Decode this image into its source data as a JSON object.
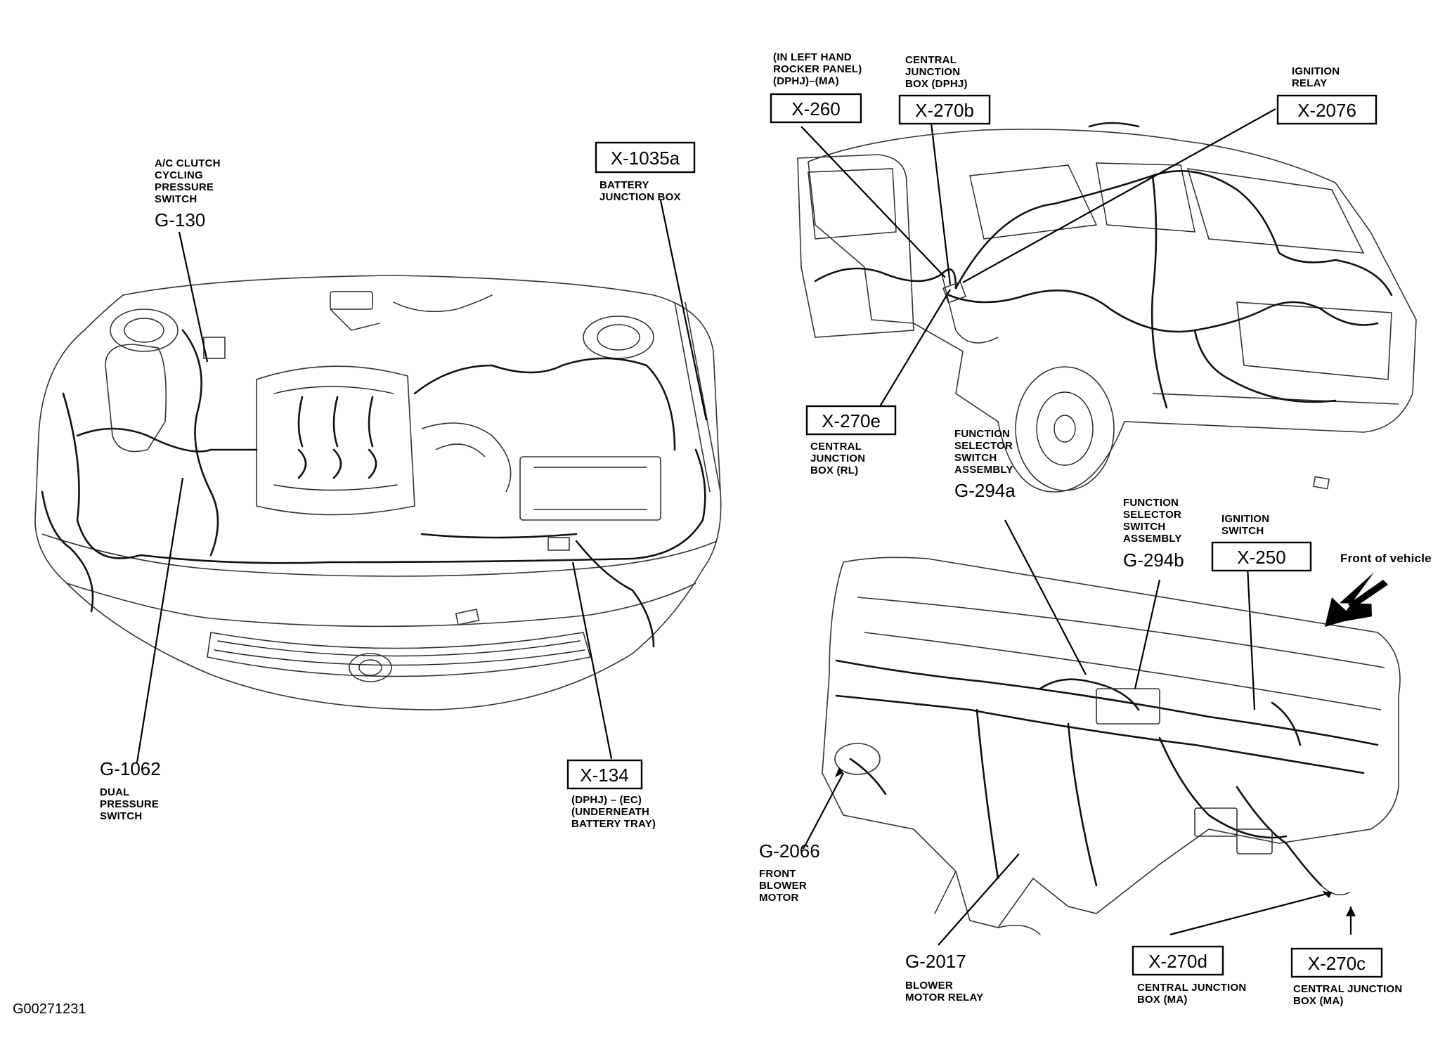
{
  "figure_id": "G00271231",
  "engine_view": {
    "callouts": [
      {
        "id": "g130",
        "code": "G-130",
        "boxed": false,
        "desc": [
          "A/C CLUTCH",
          "CYCLING",
          "PRESSURE",
          "SWITCH"
        ]
      },
      {
        "id": "x1035a",
        "code": "X-1035a",
        "boxed": true,
        "desc": [
          "BATTERY",
          "JUNCTION BOX"
        ]
      },
      {
        "id": "g1062",
        "code": "G-1062",
        "boxed": false,
        "desc": [
          "DUAL",
          "PRESSURE",
          "SWITCH"
        ]
      },
      {
        "id": "x134",
        "code": "X-134",
        "boxed": true,
        "desc": [
          "(DPHJ) – (EC)",
          "(UNDERNEATH",
          "BATTERY TRAY)"
        ]
      }
    ]
  },
  "body_view": {
    "callouts": [
      {
        "id": "x260",
        "code": "X-260",
        "boxed": true,
        "desc": [
          "(IN LEFT HAND",
          "ROCKER PANEL)",
          "(DPHJ)–(MA)"
        ]
      },
      {
        "id": "x270b",
        "code": "X-270b",
        "boxed": true,
        "desc": [
          "CENTRAL",
          "JUNCTION",
          "BOX (DPHJ)"
        ]
      },
      {
        "id": "x2076",
        "code": "X-2076",
        "boxed": true,
        "desc": [
          "IGNITION",
          "RELAY"
        ]
      },
      {
        "id": "x270e",
        "code": "X-270e",
        "boxed": true,
        "desc": [
          "CENTRAL",
          "JUNCTION",
          "BOX (RL)"
        ]
      }
    ]
  },
  "dash_view": {
    "front_label": "Front of vehicle",
    "callouts": [
      {
        "id": "g294a",
        "code": "G-294a",
        "boxed": false,
        "desc": [
          "FUNCTION",
          "SELECTOR",
          "SWITCH",
          "ASSEMBLY"
        ]
      },
      {
        "id": "g294b",
        "code": "G-294b",
        "boxed": false,
        "desc": [
          "FUNCTION",
          "SELECTOR",
          "SWITCH",
          "ASSEMBLY"
        ]
      },
      {
        "id": "x250",
        "code": "X-250",
        "boxed": true,
        "desc": [
          "IGNITION",
          "SWITCH"
        ]
      },
      {
        "id": "g2066",
        "code": "G-2066",
        "boxed": false,
        "desc": [
          "FRONT",
          "BLOWER",
          "MOTOR"
        ]
      },
      {
        "id": "g2017",
        "code": "G-2017",
        "boxed": false,
        "desc": [
          "BLOWER",
          "MOTOR RELAY"
        ]
      },
      {
        "id": "x270d",
        "code": "X-270d",
        "boxed": true,
        "desc": [
          "CENTRAL JUNCTION",
          "BOX (MA)"
        ]
      },
      {
        "id": "x270c",
        "code": "X-270c",
        "boxed": true,
        "desc": [
          "CENTRAL JUNCTION",
          "BOX (MA)"
        ]
      }
    ]
  }
}
